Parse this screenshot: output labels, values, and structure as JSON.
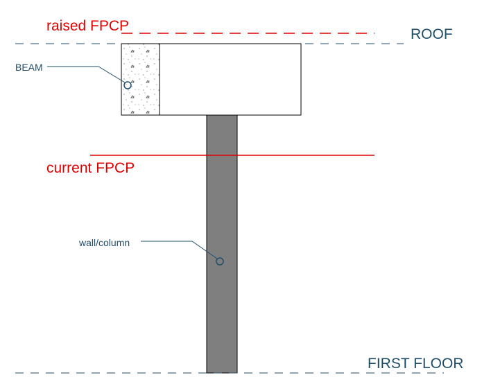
{
  "labels": {
    "raised_fpcp": "raised FPCP",
    "roof": "ROOF",
    "beam": "BEAM",
    "current_fpcp": "current FPCP",
    "wall_column": "wall/column",
    "first_floor": "FIRST FLOOR"
  },
  "colors": {
    "level_line": "#1f4e6b",
    "label_blue": "#1f4e6b",
    "fpcp_red": "#e00000",
    "column_fill": "#7f7f7f",
    "outline": "#000000"
  }
}
